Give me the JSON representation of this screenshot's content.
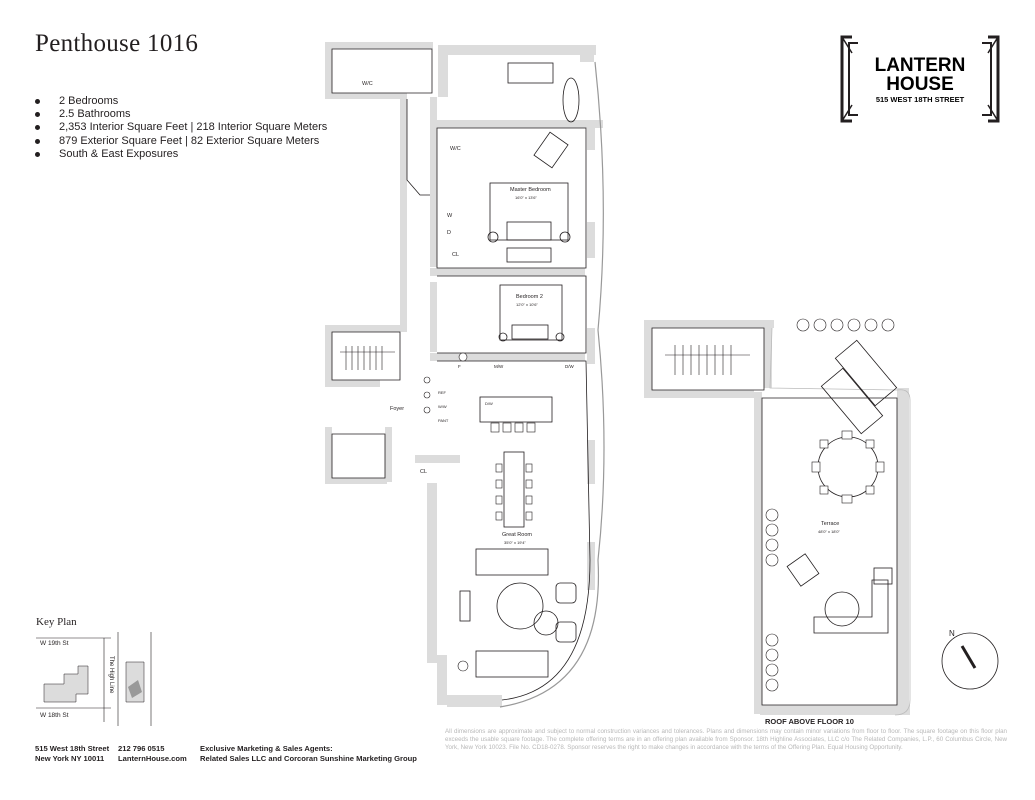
{
  "title": "Penthouse 1016",
  "features": [
    "2 Bedrooms",
    "2.5 Bathrooms",
    "2,353 Interior Square Feet | 218 Interior Square Meters",
    "879 Exterior Square Feet | 82 Exterior Square Meters",
    "South & East Exposures"
  ],
  "logo": {
    "line1": "LANTERN",
    "line2": "HOUSE",
    "line3": "515 WEST 18TH STREET"
  },
  "rooms": {
    "wic_top": "W/C",
    "wic_mid": "W/C",
    "master": "Master Bedroom",
    "master_dim": "16'0\" x 13'6\"",
    "bedroom2": "Bedroom 2",
    "bedroom2_dim": "12'0\" x 10'6\"",
    "cl": "CL",
    "cl_foyer": "CL",
    "w": "W",
    "d": "D",
    "foyer": "Foyer",
    "great_room": "Great Room",
    "great_room_dim": "35'0\" x 19'4\"",
    "terrace": "Terrace",
    "terrace_dim": "48'0\" x 18'0\"",
    "mw": "M/W",
    "dw": "D/W",
    "f": "F",
    "ref": "REF",
    "ww": "W/W",
    "pant": "PANT",
    "dw_island": "D/W"
  },
  "roof_label": "ROOF ABOVE FLOOR 10",
  "key_plan": {
    "label": "Key Plan",
    "north_street": "W 19th St",
    "south_street": "W 18th St",
    "side_street": "The High Line"
  },
  "compass": {
    "label": "N"
  },
  "footer": {
    "address1": "515 West 18th Street",
    "address2": "New York NY 10011",
    "phone": "212 796 0515",
    "web": "LanternHouse.com",
    "agents_title": "Exclusive Marketing & Sales Agents:",
    "agents": "Related Sales LLC and Corcoran Sunshine Marketing Group"
  },
  "legal": "All dimensions are approximate and subject to normal construction variances and tolerances. Plans and dimensions may contain minor variations from floor to floor. The square footage on this floor plan exceeds the usable square footage. The complete offering terms are in an offering plan available from Sponsor. 18th Highline Associates, LLC c/o The Related Companies, L.P., 60 Columbus Circle, New York, New York 10023. File No. CD18-0278. Sponsor reserves the right to make changes in accordance with the terms of the Offering Plan. Equal Housing Opportunity."
}
